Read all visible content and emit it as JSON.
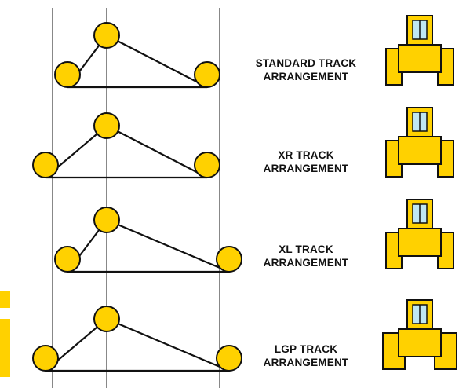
{
  "colors": {
    "track_fill": "#FFD100",
    "tractor_fill": "#FFD100",
    "window_fill": "#BFE6F2",
    "outline": "#111111",
    "accent_bar": "#FFD100"
  },
  "arrangements": [
    {
      "label_line1": "STANDARD TRACK",
      "label_line2": "ARRANGEMENT"
    },
    {
      "label_line1": "XR TRACK",
      "label_line2": "ARRANGEMENT"
    },
    {
      "label_line1": "XL TRACK",
      "label_line2": "ARRANGEMENT"
    },
    {
      "label_line1": "LGP TRACK",
      "label_line2": "ARRANGEMENT"
    }
  ]
}
